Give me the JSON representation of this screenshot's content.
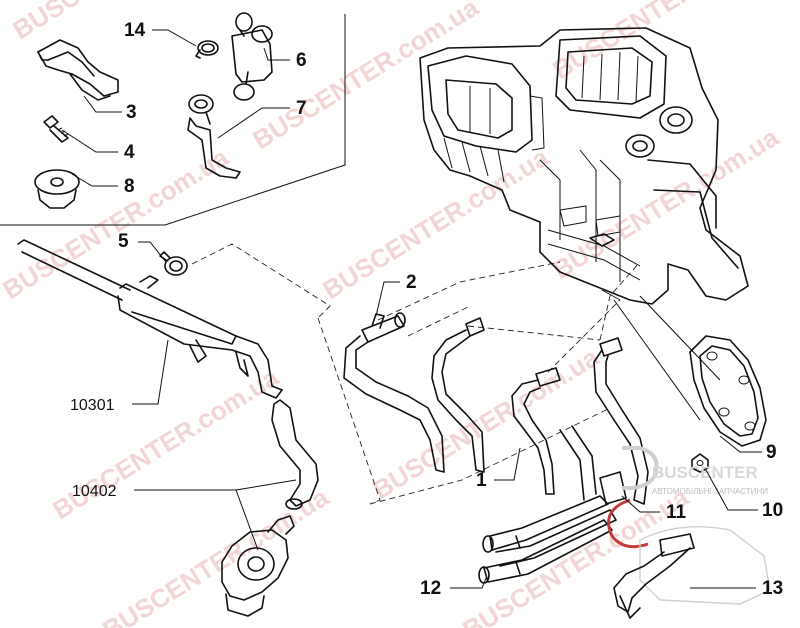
{
  "watermark": {
    "brand": "BUSCENTER",
    "domain": "BUSCENTER.com.ua"
  },
  "logo": {
    "title": "BUSCENTER",
    "subtitle": "АВТОМОБІЛЬНІ ЗАПЧАСТИНИ"
  },
  "callouts": [
    {
      "id": "14",
      "label": "14"
    },
    {
      "id": "6",
      "label": "6"
    },
    {
      "id": "3",
      "label": "3"
    },
    {
      "id": "7",
      "label": "7"
    },
    {
      "id": "4",
      "label": "4"
    },
    {
      "id": "8",
      "label": "8"
    },
    {
      "id": "5",
      "label": "5"
    },
    {
      "id": "2",
      "label": "2"
    },
    {
      "id": "10301",
      "label": "10301"
    },
    {
      "id": "10402",
      "label": "10402"
    },
    {
      "id": "1",
      "label": "1"
    },
    {
      "id": "9",
      "label": "9"
    },
    {
      "id": "11",
      "label": "11"
    },
    {
      "id": "10",
      "label": "10"
    },
    {
      "id": "12",
      "label": "12"
    },
    {
      "id": "13",
      "label": "13"
    }
  ],
  "colors": {
    "line": "#111111",
    "watermark": "#e9b6b6",
    "logo_accent": "#c43a3a"
  }
}
